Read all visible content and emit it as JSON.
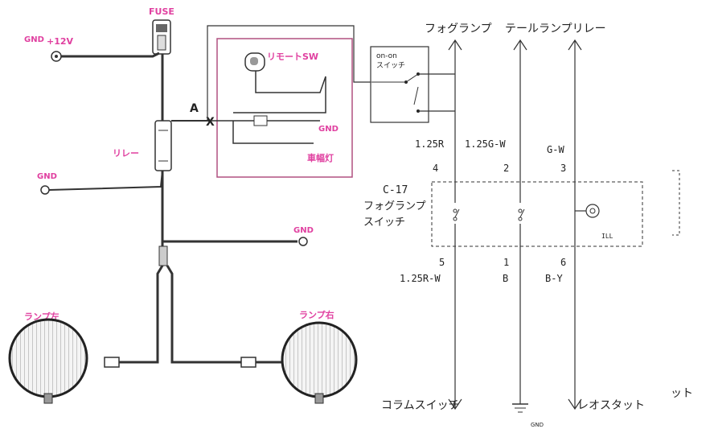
{
  "harness": {
    "fuse": "FUSE",
    "plus12v": "+12V",
    "gnd_top": "GND",
    "relay": "リレー",
    "gnd_mid": "GND",
    "gnd_right": "GND",
    "marker_a": "A",
    "marker_x": "X",
    "lamp_left": "ランプ左",
    "lamp_right": "ランプ右"
  },
  "inset": {
    "remote_sw": "リモートSW",
    "gnd": "GND",
    "side_light": "車幅灯"
  },
  "schematic": {
    "onon_line1": "on-on",
    "onon_line2": "スイッチ",
    "top_fog": "フォグランプ",
    "top_tail": "テールランプリレー",
    "wire_c4": "1.25R",
    "wire_c2": "1.25G-W",
    "wire_c3": "G-W",
    "pin_top_4": "4",
    "pin_top_2": "2",
    "pin_top_3": "3",
    "switch_code": "C-17",
    "switch_name1": "フォグランプ",
    "switch_name2": "スイッチ",
    "ill": "ILL",
    "pin_bot_5": "5",
    "pin_bot_1": "1",
    "pin_bot_6": "6",
    "wire_c5": "1.25R-W",
    "wire_c1": "B",
    "wire_c6": "B-Y",
    "bottom_column": "コラムスイッチ",
    "bottom_rheostat": "レオスタット",
    "gnd": "GND",
    "edge_fragment": "ット"
  },
  "colors": {
    "label_pink": "#e040a0",
    "line": "#333333",
    "inset_border": "#b05080"
  }
}
